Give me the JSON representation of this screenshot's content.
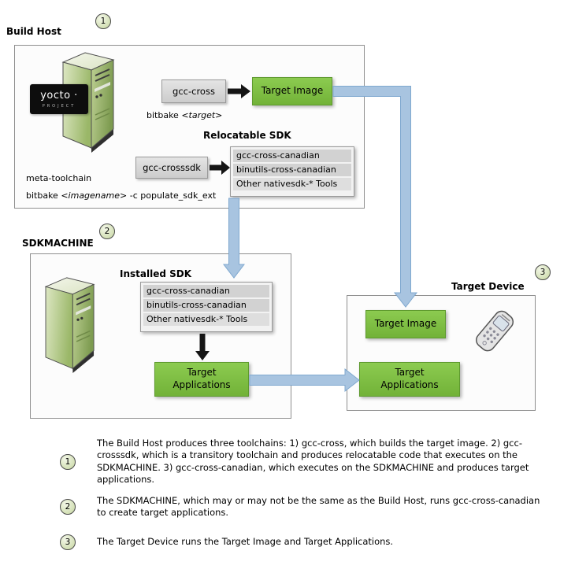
{
  "colors": {
    "green_box": "#72b238",
    "green_box_light": "#8ccb50",
    "blue_arrow": "#a8c4e0",
    "blue_arrow_edge": "#7fa8cf",
    "gray_box": "#d9d9d9"
  },
  "build_host": {
    "badge": "1",
    "title": "Build Host",
    "yocto_logo": {
      "name": "yocto ·",
      "subtitle": "PROJECT"
    },
    "gcc_cross": "gcc-cross",
    "target_image": "Target Image",
    "bitbake_target": {
      "prefix": "bitbake ",
      "arg": "<target>"
    },
    "relocatable_sdk_title": "Relocatable SDK",
    "gcc_crosssdk": "gcc-crosssdk",
    "sdk_tools": [
      "gcc-cross-canadian",
      "binutils-cross-canadian",
      "Other nativesdk-* Tools"
    ],
    "meta_toolchain": "meta-toolchain",
    "bitbake_sdk": {
      "prefix": "bitbake ",
      "arg": "<imagename>",
      "suffix": " -c populate_sdk_ext"
    }
  },
  "sdkmachine": {
    "badge": "2",
    "title": "SDKMACHINE",
    "installed_sdk_title": "Installed SDK",
    "sdk_tools": [
      "gcc-cross-canadian",
      "binutils-cross-canadian",
      "Other nativesdk-* Tools"
    ],
    "target_applications": "Target\nApplications"
  },
  "target_device": {
    "badge": "3",
    "title": "Target Device",
    "target_image": "Target Image",
    "target_applications": "Target\nApplications"
  },
  "notes": [
    {
      "badge": "1",
      "text": "The Build Host produces three toolchains: 1) gcc-cross, which builds the target image. 2) gcc-crosssdk, which is a transitory toolchain and produces relocatable code that executes on the SDKMACHINE. 3) gcc-cross-canadian, which executes on the SDKMACHINE and produces target applications."
    },
    {
      "badge": "2",
      "text": "The SDKMACHINE, which may or may not be the same as the Build Host, runs gcc-cross-canadian to create target applications."
    },
    {
      "badge": "3",
      "text": "The Target Device runs the Target Image and Target Applications."
    }
  ]
}
